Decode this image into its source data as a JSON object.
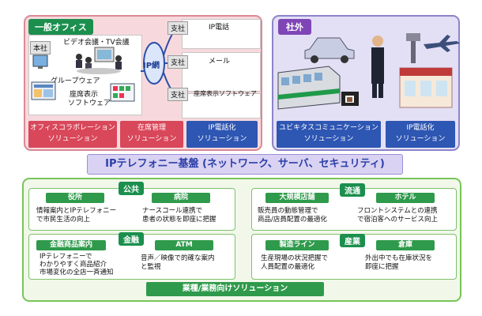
{
  "office": {
    "title": "一般オフィス",
    "hq_tag": "本社",
    "video_conf": "ビデオ会議・TV会議",
    "groupware": "グループウェア",
    "seat_sw_1": "座席表示",
    "seat_sw_2": "ソフトウェア",
    "ip_net": "IP網",
    "branch_labels": [
      "支社",
      "支社",
      "支社"
    ],
    "ip_phone": "IP電話",
    "mail": "メール",
    "seat_sw_branch": "座席表示ソフトウェア",
    "solutions": [
      {
        "line1": "オフィスコラボレーション",
        "line2": "ソリューション"
      },
      {
        "line1": "在席管理",
        "line2": "ソリューション"
      },
      {
        "line1": "IP電話化",
        "line2": "ソリューション"
      }
    ]
  },
  "outside": {
    "title": "社外",
    "solutions": [
      {
        "line1": "ユビキタスコミュニケーション",
        "line2": "ソリューション"
      },
      {
        "line1": "IP電話化",
        "line2": "ソリューション"
      }
    ]
  },
  "foundation": "IPテレフォニー基盤 (ネットワーク、サーバ、セキュリティ)",
  "industry": {
    "sections": [
      {
        "label": "公共",
        "items": [
          {
            "name": "役所",
            "desc": [
              "情報案内とIPテレフォニー",
              "で市民生活の向上"
            ]
          },
          {
            "name": "病院",
            "desc": [
              "ナースコール連携で",
              "患者の状態を即座に把握"
            ]
          }
        ]
      },
      {
        "label": "流通",
        "items": [
          {
            "name": "大規模店舗",
            "desc": [
              "販売員の動態管理で",
              "商品/店員配置の最適化"
            ]
          },
          {
            "name": "ホテル",
            "desc": [
              "フロントシステムとの連携",
              "で宿泊客へのサービス向上"
            ]
          }
        ]
      },
      {
        "label": "金融",
        "items": [
          {
            "name": "金融商品案内",
            "desc": [
              "IPテレフォニーで",
              "わかりやすく商品紹介",
              "市場変化の全店一斉通知"
            ]
          },
          {
            "name": "ATM",
            "desc": [
              "音声／映像で的確な案内",
              "と監視"
            ]
          }
        ]
      },
      {
        "label": "産業",
        "items": [
          {
            "name": "製造ライン",
            "desc": [
              "生産現場の状況把握で",
              "人員配置の最適化"
            ]
          },
          {
            "name": "倉庫",
            "desc": [
              "外出中でも在庫状況を",
              "即座に把握"
            ]
          }
        ]
      }
    ],
    "bottom": "業種/業務向けソリューション"
  },
  "colors": {
    "office_bg": "#f7d9dd",
    "outside_bg": "#e3dff5",
    "industry_bg": "#f1f8ea",
    "green": "#1c8f4e",
    "red": "#d9475a",
    "blue": "#2e56b3",
    "purple": "#7f45b6"
  }
}
